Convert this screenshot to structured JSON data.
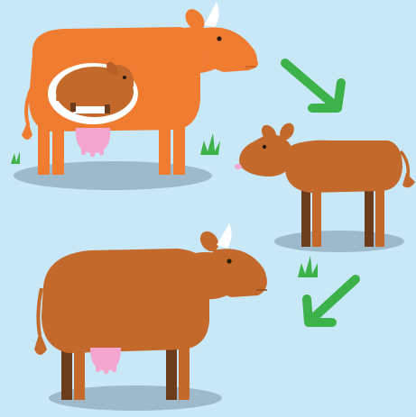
{
  "diagram": {
    "type": "life-cycle",
    "subject": "cow",
    "stages": [
      {
        "id": "pregnant-cow",
        "order": 1,
        "color": "#F07C32"
      },
      {
        "id": "calf",
        "order": 2,
        "color": "#C4692C"
      },
      {
        "id": "adult-cow",
        "order": 3,
        "color": "#C4692C"
      }
    ],
    "arrows": [
      {
        "from": "pregnant-cow",
        "to": "calf",
        "direction": "down-right",
        "color": "#3DB24A"
      },
      {
        "from": "calf",
        "to": "adult-cow",
        "direction": "down-left",
        "color": "#3DB24A"
      }
    ]
  },
  "colors": {
    "background": "#C8E7F7",
    "shadow": "#9DB9CA",
    "horn": "#FFFFFF",
    "udder": "#F4A6CF",
    "grass": "#3DB24A",
    "hoof": "#6B3D1C",
    "eye": "#2B1A10"
  }
}
